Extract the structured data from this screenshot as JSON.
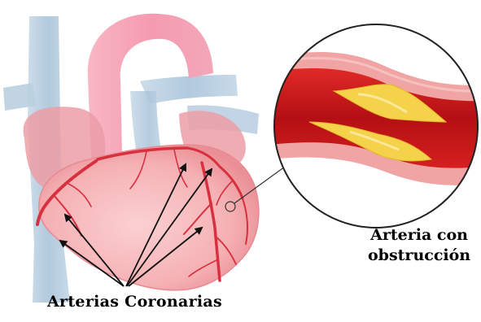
{
  "labels": {
    "coronary_arteries": "Arterias  Coronarias",
    "obstructed_artery_line1": "Arteria con",
    "obstructed_artery_line2": "obstrucción"
  },
  "colors": {
    "heart_muscle": "#f6b3b6",
    "heart_muscle_shadow": "#ea8d92",
    "aorta": "#f7a5b5",
    "vena_cava": "#b9cfdf",
    "pulmonary_vessel": "#9fbfd6",
    "coronary_artery": "#d8303e",
    "artery_wall": "#f0a4a4",
    "blood": "#c9151b",
    "plaque": "#f4d24a",
    "arrow": "#111111"
  }
}
